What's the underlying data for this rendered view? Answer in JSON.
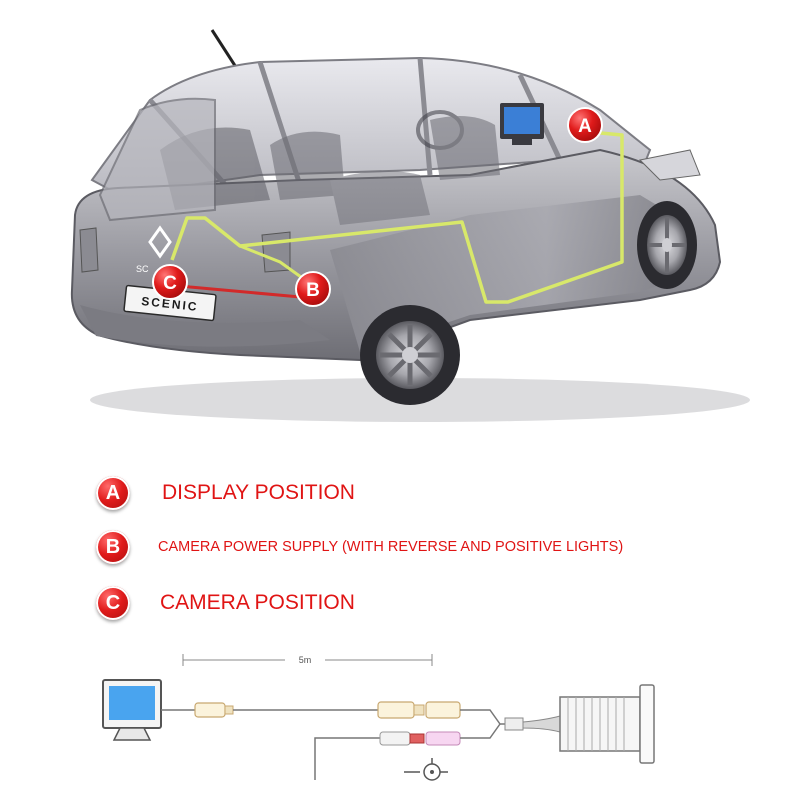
{
  "car": {
    "plate_text": "SCENIC",
    "badge_text": "SC",
    "markers": [
      "A",
      "B",
      "C"
    ],
    "route_color": "#d8e86a",
    "power_line_color": "#d22a2a"
  },
  "legend": [
    {
      "letter": "A",
      "text": "DISPLAY POSITION"
    },
    {
      "letter": "B",
      "text": "CAMERA POWER SUPPLY (WITH REVERSE AND POSITIVE LIGHTS)"
    },
    {
      "letter": "C",
      "text": "CAMERA POSITION"
    }
  ],
  "wiring": {
    "length_label": "5m",
    "icons": [
      "monitor-icon",
      "rca-connector-icon",
      "dc-power-icon",
      "camera-icon"
    ]
  },
  "colors": {
    "accent_red": "#e01414",
    "car_body": "#8f8f96"
  }
}
